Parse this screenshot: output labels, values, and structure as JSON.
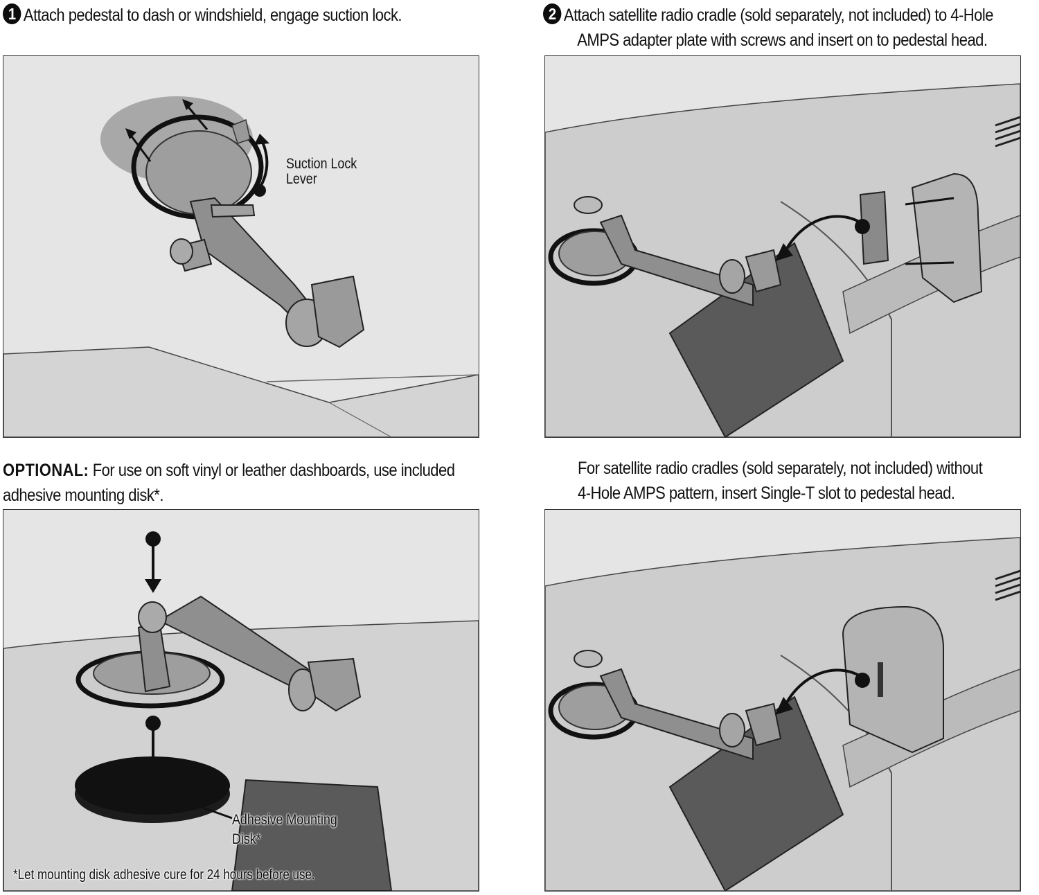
{
  "step1": {
    "number": "1",
    "caption": "Attach pedestal to dash or windshield, engage suction lock.",
    "label_lines": [
      "Suction Lock",
      "Lever"
    ]
  },
  "step2": {
    "number": "2",
    "caption_lines": [
      "Attach satellite radio cradle (sold separately, not included) to 4-Hole",
      "AMPS adapter plate with screws and insert on to pedestal head."
    ]
  },
  "optional": {
    "heading": "OPTIONAL:",
    "caption_line1": "For use on soft vinyl or leather dashboards, use included",
    "caption_line2": "adhesive mounting disk*.",
    "label_lines": [
      "Adhesive Mounting",
      "Disk*"
    ],
    "footnote": "*Let mounting disk adhesive cure for 24 hours before use."
  },
  "single_t": {
    "caption_lines": [
      "For satellite radio cradles (sold separately, not included) without",
      "4-Hole AMPS pattern, insert Single-T slot to pedestal head."
    ]
  },
  "colors": {
    "panel_bg": "#e5e5e5",
    "dash_light": "#cfcfcf",
    "mount_gray": "#9a9a9a",
    "ink": "#111111"
  }
}
